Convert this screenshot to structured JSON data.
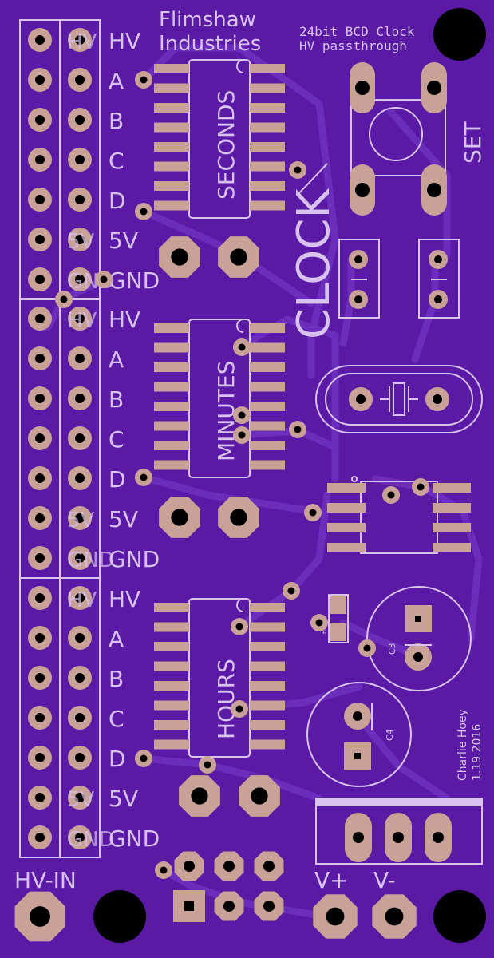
{
  "board": {
    "background": "#5b1aa6",
    "trace_color": "#6b2dbb",
    "pad_color": "#c8a197",
    "silk_color": "#d7c3ee",
    "hole_color": "#000000"
  },
  "labels": {
    "company_line1": "Flimshaw",
    "company_line2": "Industries",
    "project_line1": "24bit BCD Clock",
    "project_line2": "HV passthrough",
    "set": "SET",
    "clock": "CLOCK",
    "seconds": "SECONDS",
    "minutes": "MINUTES",
    "hours": "HOURS",
    "author": "Charlie Hoey",
    "date": "1.19.2016",
    "hv_in": "HV-IN",
    "v_plus": "V+",
    "v_minus": "V-",
    "c3": "C3",
    "c4": "C4",
    "r1": "R1"
  },
  "header_pins": [
    "HV",
    "A",
    "B",
    "C",
    "D",
    "5V",
    "GND"
  ],
  "header_inner_pins": [
    "HV",
    "",
    "",
    "",
    "",
    "5V",
    "GND"
  ]
}
